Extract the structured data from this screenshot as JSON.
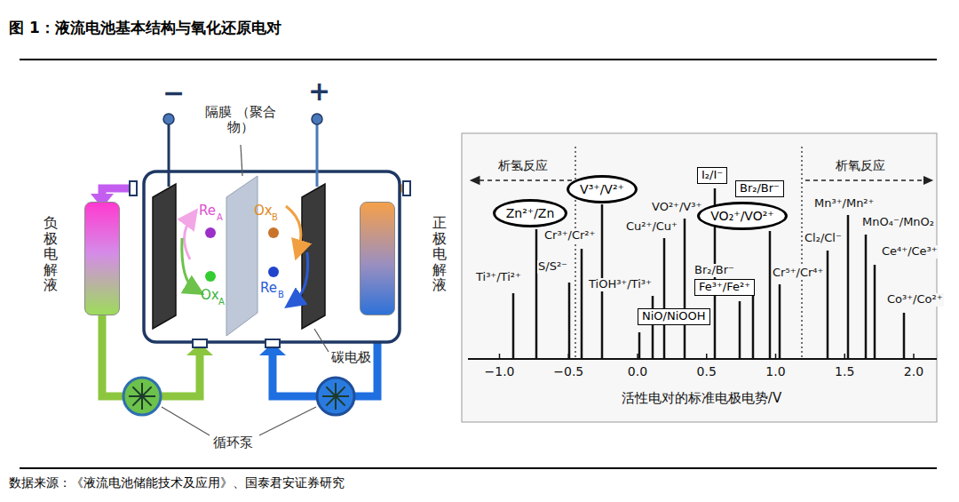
{
  "diagram": {
    "title": "图 1：液流电池基本结构与氧化还原电对",
    "caption": "数据来源：《液流电池储能技术及应用》、国泰君安证券研究",
    "nodes": [
      {
        "text": [
          "负极电解液"
        ]
      },
      {
        "text": [
          "正极电解液"
        ]
      },
      {
        "text": [
          "Zn²⁺/Zn"
        ]
      },
      {
        "text": [
          "V³⁺/V²⁺"
        ]
      },
      {
        "text": [
          "I₂/I⁻"
        ]
      },
      {
        "text": [
          "Br₂/Br⁻"
        ]
      },
      {
        "text": [
          "VO₂⁺/VO²⁺"
        ]
      },
      {
        "text": [
          "Fe³⁺/Fe²⁺"
        ]
      },
      {
        "text": [
          "NiO/NiOOH"
        ]
      }
    ],
    "labels": [
      "−",
      "+",
      "隔膜 （聚合物）",
      "Re",
      "A",
      "Ox",
      "B",
      "Ox",
      "A",
      "Re",
      "B",
      "碳电极",
      "循环泵",
      "析氢反应",
      "析氧反应",
      "Ti³⁺/Ti²⁺",
      "Cr³⁺/Cr²⁺",
      "S/S²⁻",
      "Cu²⁺/Cu⁺",
      "VO²⁺/V³⁺",
      "TiOH³⁺/Ti³⁺",
      "Br₂/Br⁻",
      "Cr⁵⁺/Cr⁴⁺",
      "Cl₂/Cl⁻",
      "Mn³⁺/Mn²⁺",
      "MnO₄⁻/MnO₂",
      "Ce⁴⁺/Ce³⁺",
      "Co³⁺/Co²⁺",
      "−1.0",
      "−0.5",
      "0.0",
      "0.5",
      "1.0",
      "1.5",
      "2.0",
      "活性电对的标准电极电势/V"
    ]
  }
}
